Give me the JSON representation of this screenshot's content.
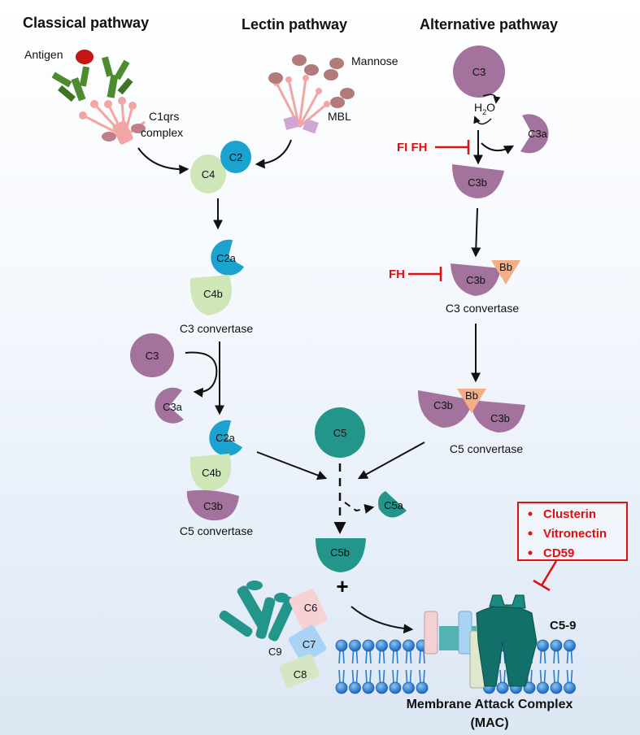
{
  "headers": {
    "classical": "Classical pathway",
    "lectin": "Lectin pathway",
    "alternative": "Alternative pathway"
  },
  "labels": {
    "antigen": "Antigen",
    "c1qrs_line1": "C1qrs",
    "c1qrs_line2": "complex",
    "mannose": "Mannose",
    "mbl": "MBL",
    "c3_convertase_classical": "C3 convertase",
    "c5_convertase_classical": "C5 convertase",
    "c3_convertase_alt": "C3 convertase",
    "c5_convertase_alt": "C5 convertase",
    "mac_line1": "Membrane Attack Complex",
    "mac_line2": "(MAC)",
    "c5_9": "C5-9",
    "plus": "+",
    "h2o_base": "H",
    "h2o_sub": "2",
    "h2o_end": "O"
  },
  "molecules": {
    "c2": "C2",
    "c4": "C4",
    "c2a": "C2a",
    "c4b": "C4b",
    "c3": "C3",
    "c3a": "C3a",
    "c3b": "C3b",
    "bb": "Bb",
    "c5": "C5",
    "c5a": "C5a",
    "c5b": "C5b",
    "c6": "C6",
    "c7": "C7",
    "c8": "C8",
    "c9": "C9"
  },
  "inhibitors": {
    "fi_fh": "FI FH",
    "fh": "FH",
    "box_items": [
      "Clusterin",
      "Vitronectin",
      "CD59"
    ]
  },
  "colors": {
    "purple": "#a3739e",
    "cyan": "#1ba3cf",
    "green_light": "#cfe6b8",
    "teal": "#23958b",
    "teal_dark": "#12706a",
    "salmon": "#f4ad85",
    "inhibitor_red": "#e01010",
    "membrane_blue": "#2a7fd0",
    "antibody_green": "#4d8b2f"
  }
}
